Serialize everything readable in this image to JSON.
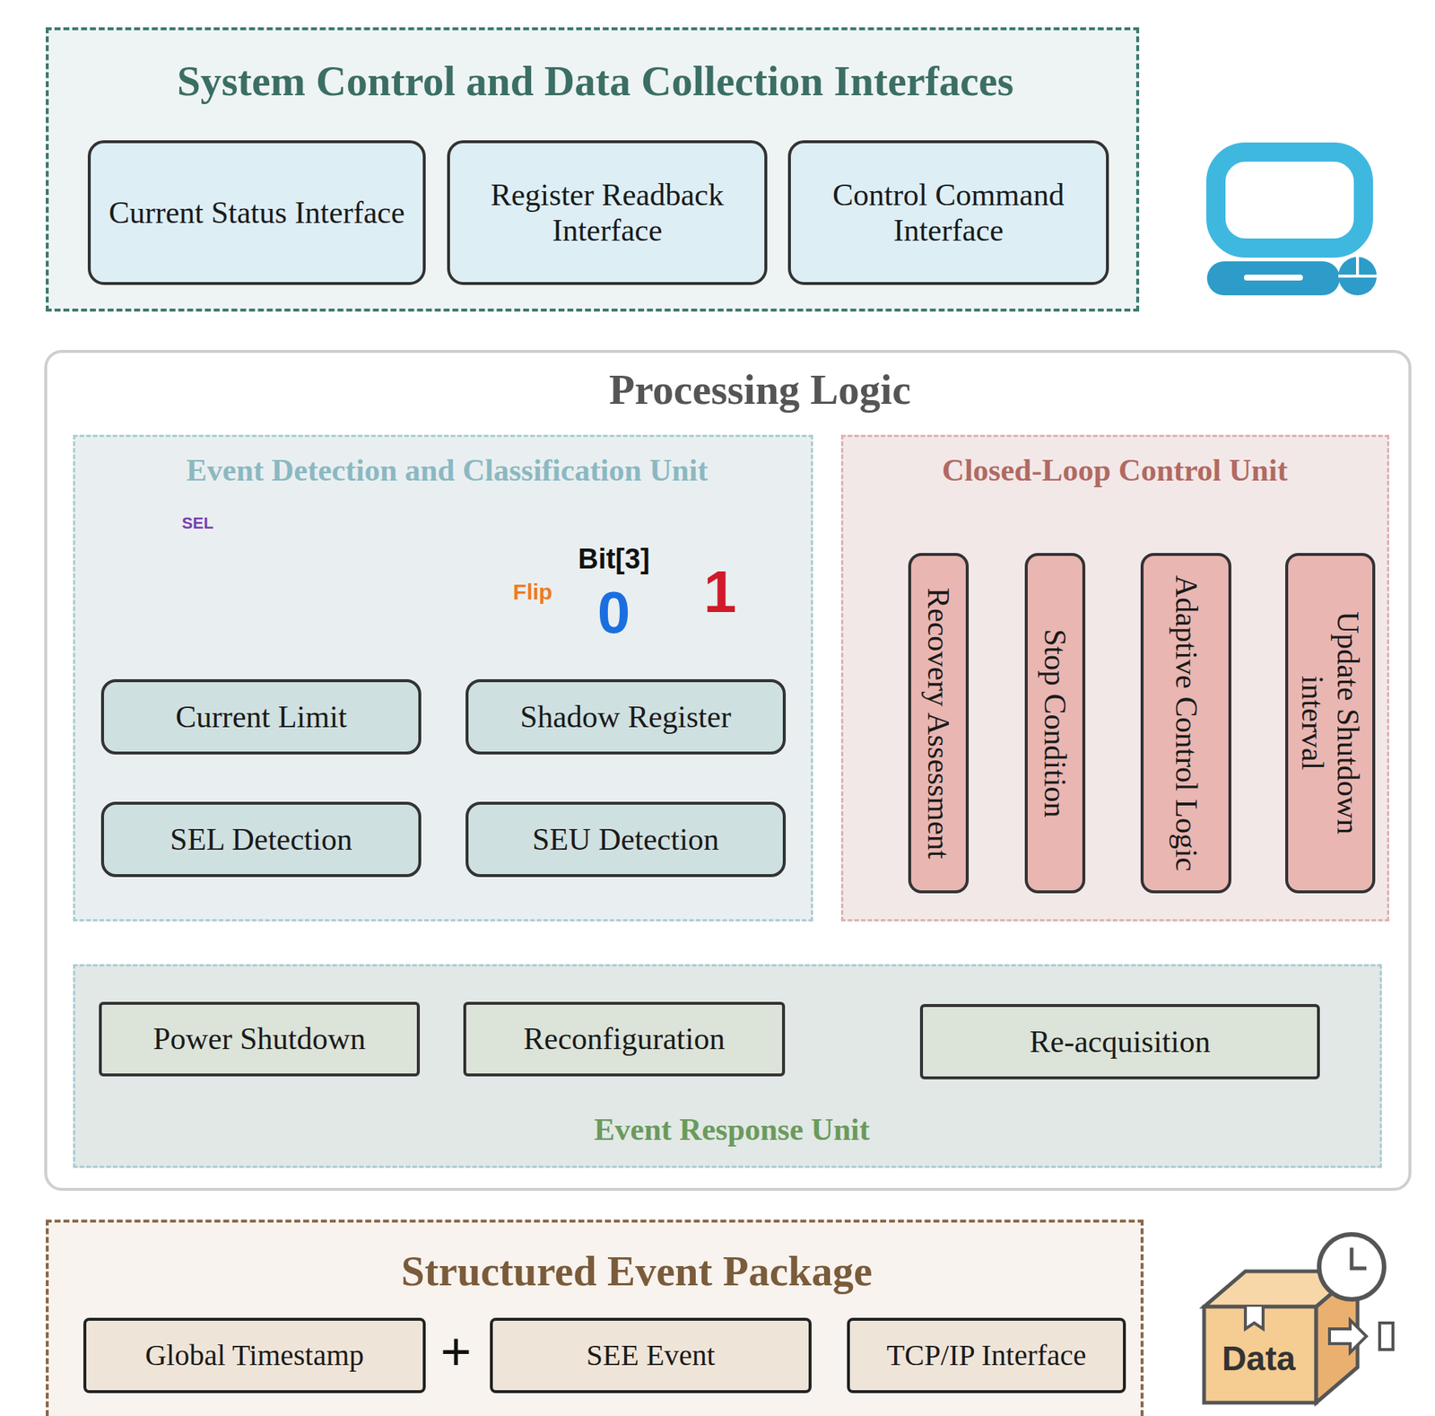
{
  "diagram": {
    "title": "System Control and Data Collection Interfaces",
    "nodes": [
      {
        "text": [
          "System Control and Data Collection Interfaces"
        ]
      },
      {
        "text": [
          "Current Status Interface"
        ],
        "in": 0
      },
      {
        "text": [
          "Register Readback Interface"
        ],
        "in": 0
      },
      {
        "text": [
          "Control Command Interface"
        ],
        "in": 0
      },
      {
        "text": [
          "Processing Logic"
        ]
      },
      {
        "text": [
          "Event Detection and Classification  Unit"
        ],
        "in": 4
      },
      {
        "text": [
          "Current Limit"
        ],
        "in": 5
      },
      {
        "text": [
          "SEL Detection"
        ],
        "in": 5
      },
      {
        "text": [
          "Shadow Register"
        ],
        "in": 5
      },
      {
        "text": [
          "SEU Detection"
        ],
        "in": 5
      },
      {
        "text": [
          "Closed-Loop Control Unit"
        ],
        "in": 4
      },
      {
        "text": [
          "Recovery Assessment"
        ],
        "in": 10
      },
      {
        "text": [
          "Stop Condition"
        ],
        "in": 10
      },
      {
        "text": [
          "Adaptive Control Logic"
        ],
        "in": 10
      },
      {
        "text": [
          "Update Shutdown interval"
        ],
        "in": 10
      },
      {
        "text": [
          "Event Response Unit"
        ],
        "in": 4
      },
      {
        "text": [
          "Power Shutdown"
        ],
        "in": 15
      },
      {
        "text": [
          "Reconfiguration"
        ],
        "in": 15
      },
      {
        "text": [
          "Re-acquisition"
        ],
        "in": 15
      },
      {
        "text": [
          "Structured Event Package"
        ]
      },
      {
        "text": [
          "Global Timestamp"
        ],
        "in": 19
      },
      {
        "text": [
          "SEE Event"
        ],
        "in": 19
      },
      {
        "text": [
          "TCP/IP Interface"
        ],
        "in": 19
      }
    ],
    "edges": [
      {
        "from": 11,
        "to": 12,
        "arrow": "to"
      },
      {
        "from": 12,
        "to": 13,
        "arrow": "to"
      },
      {
        "from": 13,
        "to": 14,
        "arrow": "to"
      },
      {
        "from": 14,
        "to": 11,
        "arrow": "to"
      },
      {
        "from": 7,
        "to": 16,
        "arrow": "to"
      },
      {
        "from": 9,
        "to": 17,
        "arrow": "to"
      }
    ],
    "labels": [
      "SEL",
      "Bit[3]",
      "Flip",
      "0",
      "1",
      "+",
      "Data"
    ]
  }
}
